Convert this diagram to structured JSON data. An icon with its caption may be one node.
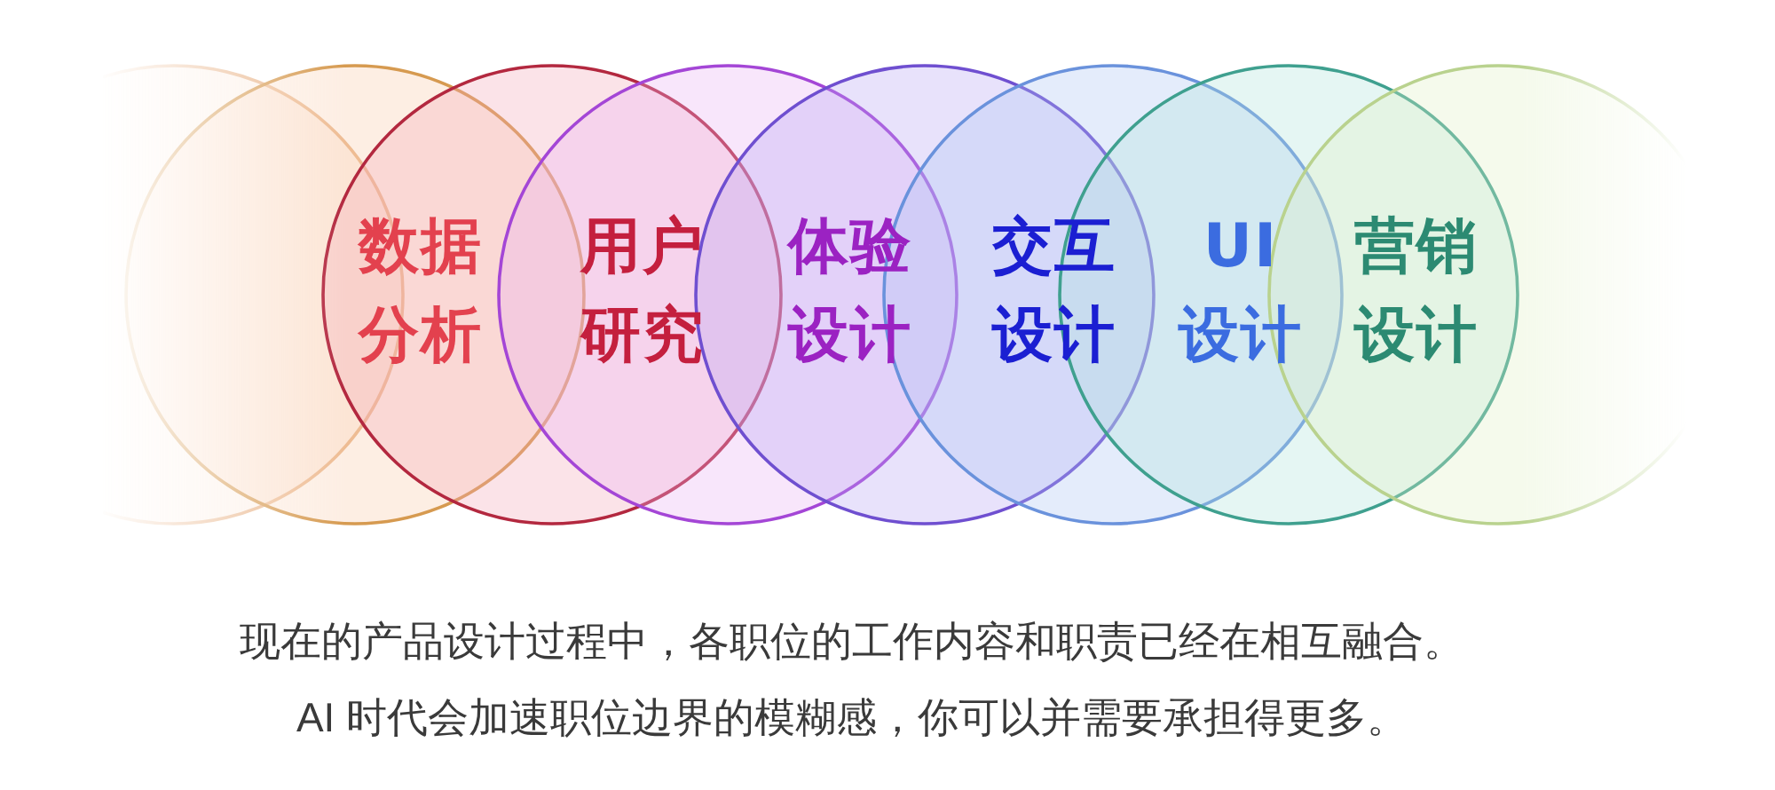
{
  "diagram": {
    "caption": "现在的产品设计过程中，各职位的工作内容和职责已经在相互融合。AI 时代会加速职位边界的模糊感，你可以并需要承担得更多。",
    "nodes": [
      {
        "text": [],
        "shape": "circle"
      },
      {
        "text": [
          "数据分析"
        ]
      },
      {
        "text": [
          "用户研究"
        ]
      },
      {
        "text": [
          "体验设计"
        ]
      },
      {
        "text": [
          "交互设计"
        ]
      },
      {
        "text": [
          "UI设计"
        ]
      },
      {
        "text": [
          "营销设计"
        ]
      },
      {
        "text": [],
        "shape": "circle"
      }
    ]
  }
}
